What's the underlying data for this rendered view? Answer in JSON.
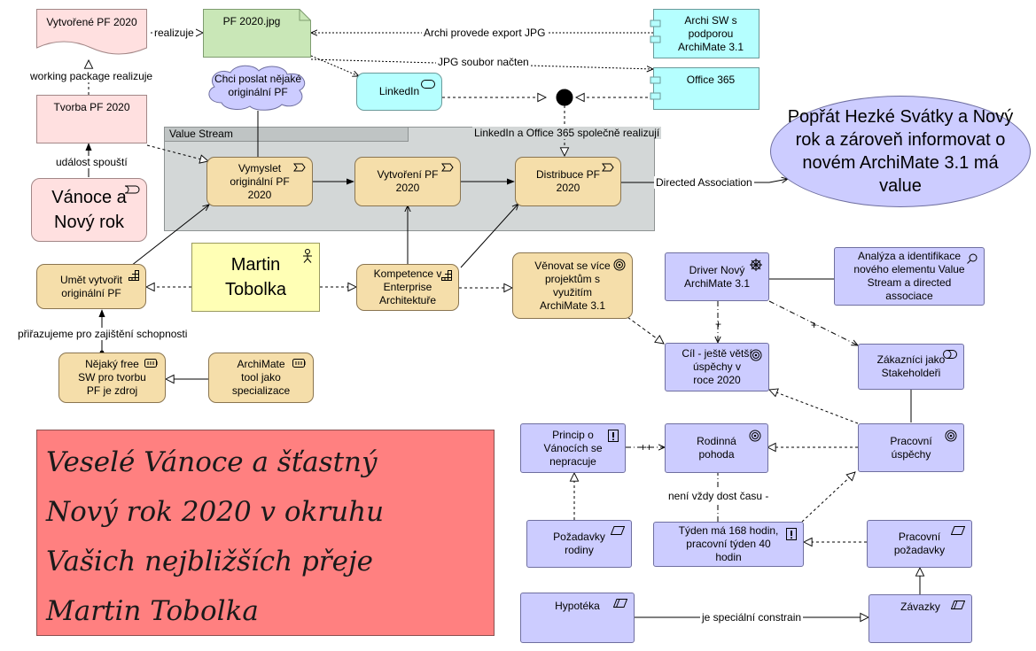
{
  "value_stream": {
    "label": "Value Stream"
  },
  "nodes": {
    "vytvorene_pf": "Vytvořené PF 2020",
    "tvorba_pf": "Tvorba PF 2020",
    "vanoce": "Vánoce a\nNový rok",
    "pf_jpg": "PF 2020.jpg",
    "chci_poslat": "Chci poslat nějaké\noriginální PF",
    "linkedin": "LinkedIn",
    "archi_sw": "Archi SW s\npodporou\nArchiMate 3.1",
    "office365": "Office 365",
    "vymyslet": "Vymyslet\noriginální PF\n2020",
    "vytvoreni": "Vytvoření PF\n2020",
    "distribuce": "Distribuce PF\n2020",
    "value_goal": "Popřát Hezké Svátky a Nový\nrok a zároveň informovat o\nnovém ArchiMate 3.1 má\nvalue",
    "umet": "Umět vytvořit\noriginální PF",
    "martin": "Martin\nTobolka",
    "kompetence": "Kompetence v\nEnterprise\nArchitektuře",
    "venovat": "Věnovat se více\nprojektům s\nvyužitím\nArchiMate 3.1",
    "driver": "Driver Nový\nArchiMate 3.1",
    "analyza": "Analýza a identifikace\nnového elementu Value\nStream a directed\nassociace",
    "cil": "Cíl - ještě větší\núspěchy v\nroce 2020",
    "zakaznici": "Zákazníci jako\nStakeholdeři",
    "nejaky_free": "Nějaký free\nSW pro tvorbu\nPF je zdroj",
    "archimate_tool": "ArchiMate\ntool jako\nspecializace",
    "princip": "Princip o\nVánocích se\nnepracuje",
    "rodinna": "Rodinná\npohoda",
    "pracovni_uspechy": "Pracovní\núspěchy",
    "pozadavky_rodiny": "Požadavky\nrodiny",
    "tyden": "Týden má 168 hodin,\npracovní týden 40\nhodin",
    "pracovni_pozadavky": "Pracovní\npožadavky",
    "hypoteka": "Hypotéka",
    "zavazky": "Závazky"
  },
  "edge_labels": {
    "realizuje": "realizuje",
    "archi_export": "Archi provede export JPG",
    "jpg_nacten": "JPG soubor načten",
    "working_package": "working package realizuje",
    "udalost": "událost spouští",
    "linkedin_office": "LinkedIn a Office 365 společně realizují",
    "directed": "Directed Association",
    "prirazujeme": "přiřazujeme pro zajištění schopnosti",
    "plus1": "+",
    "plus2": "+",
    "plusplus": "++",
    "neni_vzdy": "není vždy dost času -",
    "je_specialni": "je speciální constrain"
  },
  "greeting": {
    "line1": "Veselé Vánoce a šťastný",
    "line2": "Nový rok 2020 v okruhu",
    "line3": "Vašich nejbližších přeje",
    "line4": "Martin Tobolka"
  },
  "colors": {
    "peach": "#f5deaa",
    "purple": "#ccccff",
    "pink": "#ffe0e0",
    "cyan": "#b5ffff",
    "green": "#c9e7b7",
    "yellow": "#ffffb5",
    "greeting": "#ff8080",
    "value_stream": "#d3d7d7"
  },
  "icons": [
    "value-stream-chevron-icon",
    "capability-icon",
    "resource-icon",
    "goal-icon",
    "outcome-icon",
    "driver-icon",
    "assessment-icon",
    "stakeholder-icon",
    "principle-icon",
    "requirement-icon",
    "constraint-icon",
    "event-icon",
    "actor-icon",
    "service-icon",
    "component-icon",
    "junction-icon"
  ]
}
